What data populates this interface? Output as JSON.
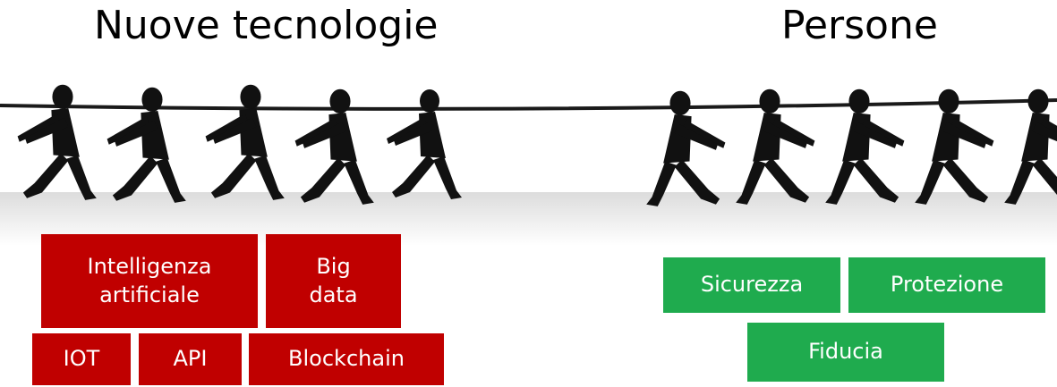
{
  "left_group": {
    "title": "Nuove tecnologie",
    "color": "#c00000",
    "boxes": {
      "ai": "Intelligenza\nartificiale",
      "bigdata": "Big\ndata",
      "iot": "IOT",
      "api": "API",
      "blockchain": "Blockchain"
    }
  },
  "right_group": {
    "title": "Persone",
    "color": "#1fab4e",
    "boxes": {
      "sicurezza": "Sicurezza",
      "protezione": "Protezione",
      "fiducia": "Fiducia"
    }
  },
  "illustration": "tug-of-war-silhouettes"
}
